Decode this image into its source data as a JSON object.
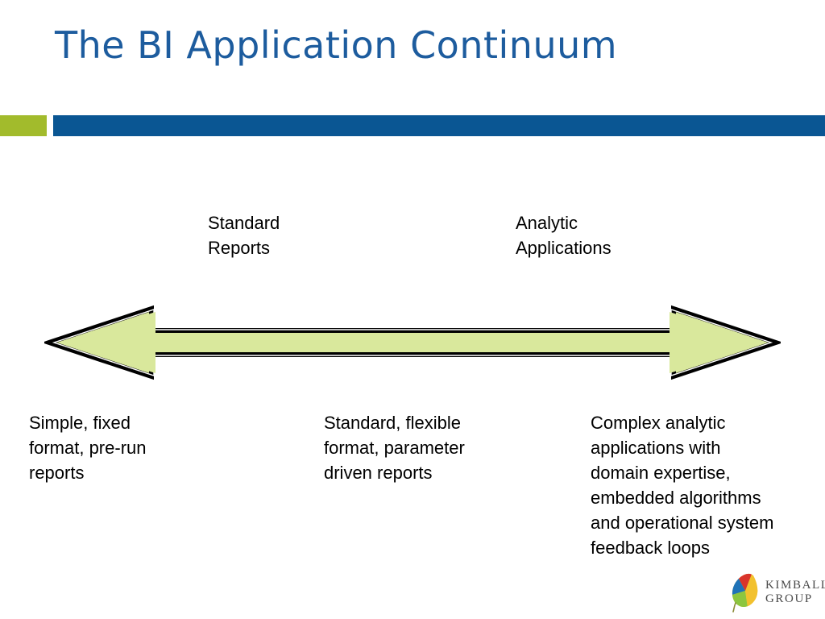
{
  "slide": {
    "title": "The BI Application Continuum",
    "title_color": "#1d5c9e",
    "background_color": "#ffffff"
  },
  "divider": {
    "green_block_color": "#a2bb2c",
    "blue_bar_color": "#0a5693"
  },
  "endpoint_labels": [
    {
      "name": "standard-reports",
      "text": "Standard\nReports"
    },
    {
      "name": "analytic-applications",
      "text": "Analytic\nApplications"
    }
  ],
  "arrow": {
    "name": "double-headed-arrow",
    "direction": "both",
    "fill_color": "#d9e89c",
    "outline_color": "#000000",
    "highlight_color": "#ffffff"
  },
  "descriptions": [
    {
      "name": "simple-fixed-format",
      "text": "Simple, fixed\nformat, pre-run\nreports"
    },
    {
      "name": "standard-flexible-format",
      "text": "Standard, flexible\nformat, parameter\ndriven reports"
    },
    {
      "name": "complex-analytic-applications",
      "text": "Complex analytic\napplications with\ndomain expertise,\nembedded algorithms\nand operational system\nfeedback loops"
    }
  ],
  "logo": {
    "text": "KIMBALL\nGROUP",
    "text_color": "#4a4a4a",
    "leaf_colors": {
      "gold": "#f2c12e",
      "red": "#d9342b",
      "blue": "#1f73b8",
      "green": "#8cc63f",
      "stem": "#8a8a36"
    }
  }
}
